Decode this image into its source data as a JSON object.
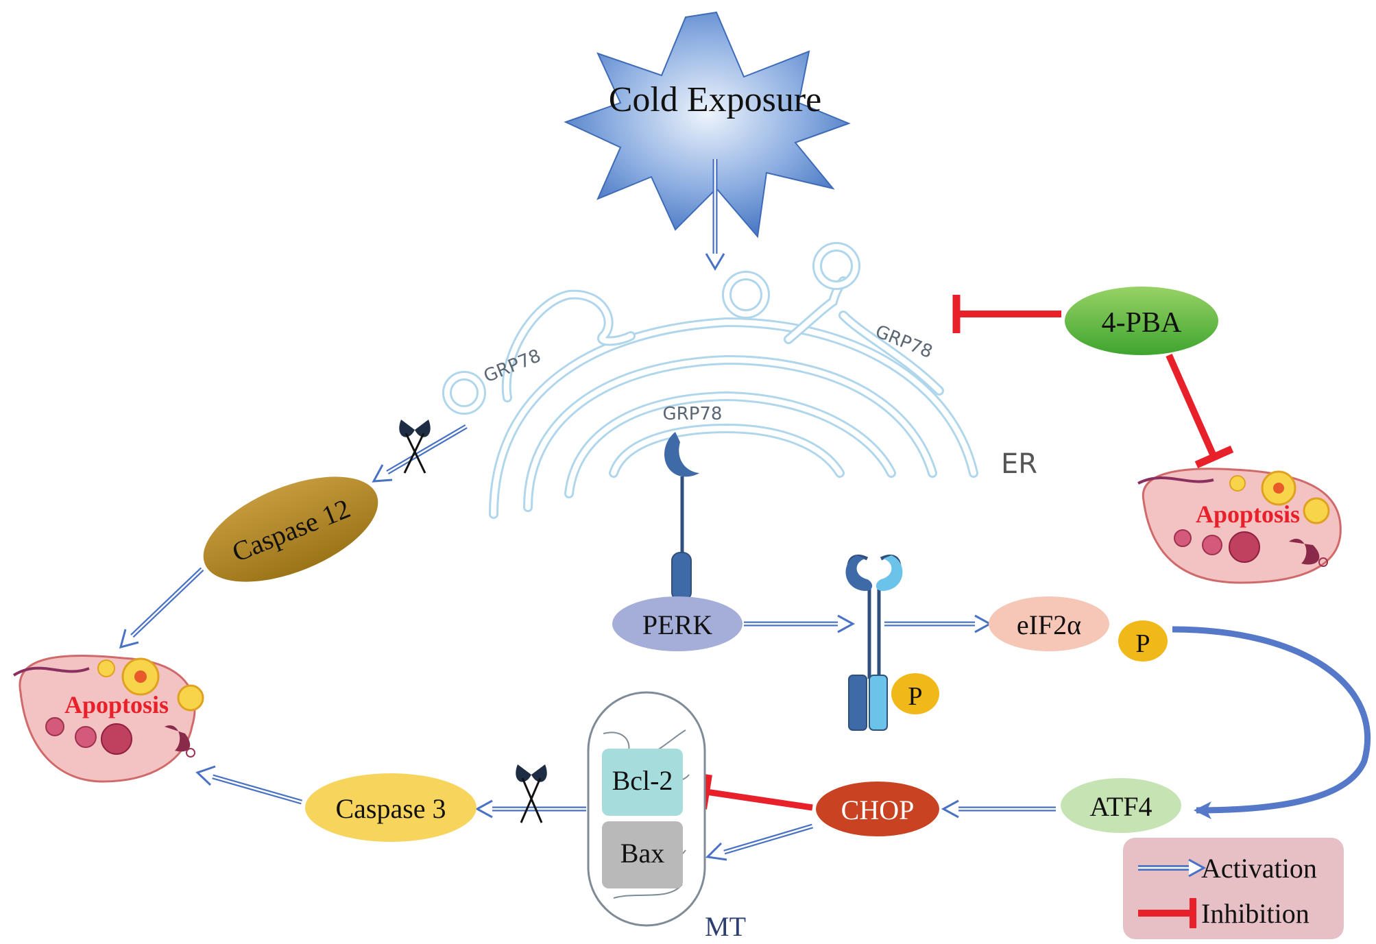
{
  "stimulus": {
    "label": "Cold Exposure"
  },
  "er": {
    "label": "ER",
    "chaperone_labels": [
      "GRP78",
      "GRP78",
      "GRP78"
    ]
  },
  "inhibitor": {
    "label": "4-PBA"
  },
  "nodes": {
    "perk": "PERK",
    "eif2a": "eIF2α",
    "atf4": "ATF4",
    "chop": "CHOP",
    "caspase12": "Caspase 12",
    "caspase3": "Caspase 3",
    "bcl2": "Bcl-2",
    "bax": "Bax"
  },
  "phospho_labels": [
    "P",
    "P"
  ],
  "mitochondrion": {
    "label": "MT"
  },
  "outcome_labels": [
    "Apoptosis",
    "Apoptosis"
  ],
  "legend": {
    "activation": "Activation",
    "inhibition": "Inhibition"
  },
  "colors": {
    "activation_arrow": "#4a72c4",
    "inhibition_bar": "#e8202a",
    "er_membrane": "#a9d4ec",
    "apoptosis_text": "#e8202a",
    "legend_bg": "#e7c0c6"
  }
}
